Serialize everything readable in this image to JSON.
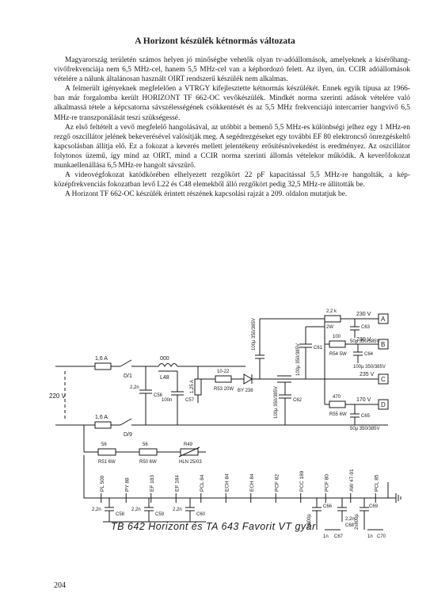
{
  "page": {
    "title": "A Horizont készülék kétnormás változata",
    "paragraphs": [
      "Magyarország területén számos helyen jó minőségbe vehetők olyan tv-adóállomások, amelyeknek a kísérőhang-vivőfrekvenciája nem 6,5 MHz-cel, hanem 5,5 MHz-cel van a képhordozó felett. Az ilyen, ún. CCIR adóállomások vételére a nálunk általánosan használt OIRT rendszerű készülék nem alkalmas.",
      "A felmerült igényeknek megfelelően a VTRGY kifejlesztette kétnormás készülékét. Ennek egyik típusa az 1966-ban már forgalomba került HORIZONT TF 662-OC vevőkészülék. Mindkét norma szerinti adások vételére való alkalmassá tétele a képcsatorna sávszélességének csökkentését és az 5,5 MHz frekvenciájú intercarrier hangvivő 6,5 MHz-re transzponálását teszi szükségessé.",
      "Az első feltételt a vevő megfelelő hangolásával, az utóbbit a bemenő 5,5 MHz-es különbségi jelhez egy 1 MHz-en rezgő oszcillátor jelének bekeverésével valósítják meg. A segédrezgéseket egy további EF 80 elektroncső önrezgéskeltő kapcsolásban állítja elő. Ez a fokozat a keverés mellett jelentékeny erősítésnövekedést is eredményez. Az oszcillátor folytonos üzemű, így mind az OIRT, mind a CCIR norma szerinti állomás vételekor működik. A keverőfokozat munkaellenállása 6,5 MHz-re hangolt sávszűrő.",
      "A videovégfokozat katódkörében elhelyezett rezgőkört 22 pF kapacitással 5,5 MHz-re hangolták, a kép-középfrekvenciás fokozatban levő L22 és C48 elemekből álló rezgőkört pedig 32,5 MHz-re állították be.",
      "A Horizont TF 662-OC készülék érintett részének kapcsolási rajzát a 209. oldalon mutatjuk be."
    ],
    "caption": "TB 642  Horizont  és  TA 643  Favorit   VT gyár",
    "page_number": "204"
  },
  "schematic": {
    "labels": {
      "mains": "220 V",
      "fuse1": "1,6 A",
      "fuse2": "1,6 A",
      "sw1": "D/1",
      "sw2": "D/9",
      "choke": "L48",
      "choke_val": "000",
      "c56": "C56",
      "c56_val": "2,2n",
      "c57": "C57",
      "c57_val": "100n",
      "fuse3": "1,25 A",
      "r53": "R53 20W",
      "r53_val": "10-22",
      "diode": "BY 238",
      "c_main": "100µ 350/385V",
      "c62": "C62",
      "c62_val": "100µ 350/385V",
      "c61": "C61",
      "c61_val": "100µ 350/385V",
      "r_top": "2,2 k",
      "r_top_w": "2W",
      "r54": "R54 5W",
      "r54_val": "100",
      "r55": "R55 6W",
      "r55_val": "470",
      "c63": "C63",
      "c63_val": "50µ 350/385V",
      "c64": "C64",
      "c64_val": "100µ 350/385V",
      "c65": "C65",
      "c65_val": "50µ 350/385V",
      "v_a": "230 V",
      "term_a": "A",
      "v_b": "230 V",
      "term_b": "B",
      "v_c": "235 V",
      "term_c": "C",
      "v_d": "170 V",
      "term_d": "D",
      "r51": "R51 6W",
      "r51_val": "56",
      "r50": "R50 6W",
      "r50_val": "56",
      "r49": "R49",
      "r49_type": "HLN 25/03",
      "tubes": [
        "PL 500",
        "PY 88",
        "EF 183",
        "EF 184",
        "PCL 84",
        "ECH 84",
        "ECH 84",
        "PCF 82",
        "PCC 189",
        "PCF 80",
        "AW 47-91",
        "PCL 85"
      ],
      "c58": "C58",
      "c58_val": "2,2n",
      "c59": "C59",
      "c59_val": "2,2n",
      "c60": "C60",
      "c60_val": "2,2n",
      "c66": "C66",
      "c66_val": "2x800p",
      "c67": "C67",
      "c67_val": "1n",
      "c68": "C68",
      "c68_val": "2,2n",
      "c69": "C69",
      "c69_val": "2x800p",
      "c70": "C70",
      "c70_val": "1n"
    }
  }
}
